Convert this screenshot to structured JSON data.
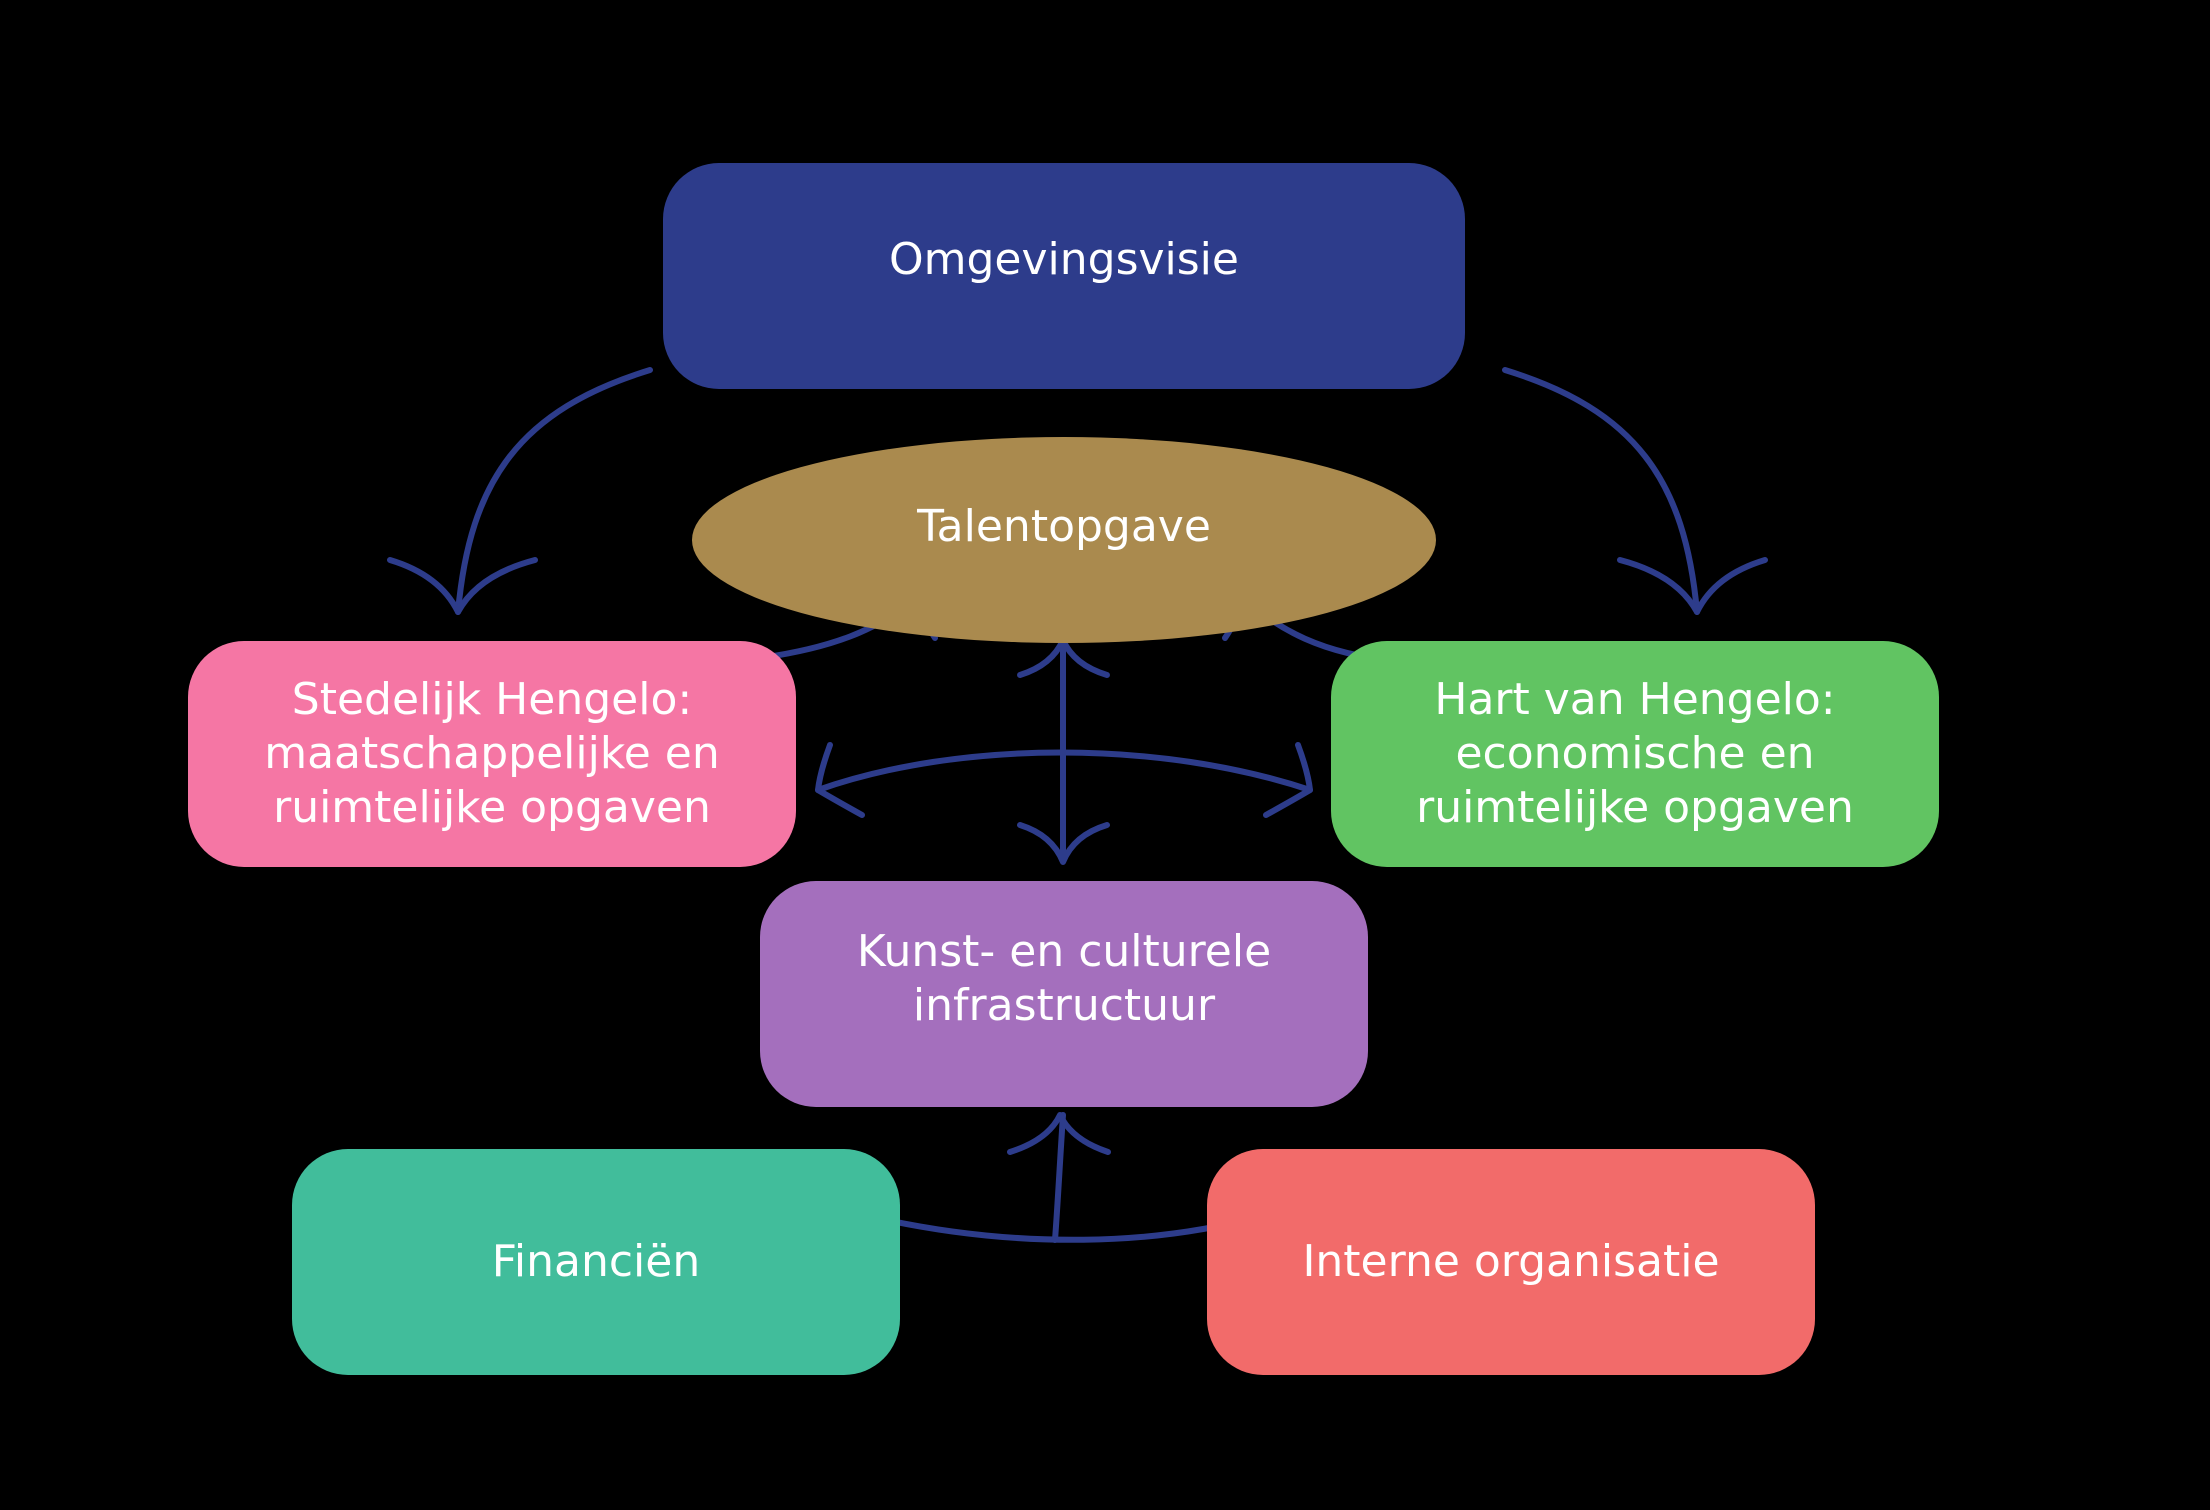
{
  "colors": {
    "background": "#000000",
    "arrow": "#2d3c8b",
    "text": "#ffffff"
  },
  "nodes": {
    "omgevingsvisie": {
      "label": "Omgevingsvisie",
      "color": "#2d3c8b"
    },
    "talentopgave": {
      "label": "Talentopgave",
      "color": "#aa8a4e"
    },
    "stedelijk": {
      "lines": [
        "Stedelijk Hengelo:",
        "maatschappelijke en",
        "ruimtelijke opgaven"
      ],
      "color": "#f576a4"
    },
    "hart": {
      "lines": [
        "Hart van Hengelo:",
        "economische en",
        "ruimtelijke opgaven"
      ],
      "color": "#61c462"
    },
    "kunst": {
      "lines": [
        "Kunst- en culturele",
        "infrastructuur"
      ],
      "color": "#a46fbd"
    },
    "financien": {
      "label": "Financiën",
      "color": "#41bd9b"
    },
    "interne": {
      "label": "Interne organisatie",
      "color": "#f26b6a"
    }
  },
  "connections": [
    {
      "from": "omgevingsvisie",
      "to": "stedelijk"
    },
    {
      "from": "omgevingsvisie",
      "to": "hart"
    },
    {
      "from": "stedelijk",
      "to": "talentopgave"
    },
    {
      "from": "hart",
      "to": "talentopgave"
    },
    {
      "from": "talentopgave",
      "to": "kunst",
      "bidirectional": true
    },
    {
      "from": "stedelijk",
      "to": "hart",
      "bidirectional": true
    },
    {
      "from": "interne",
      "to": "financien"
    },
    {
      "from": "interne",
      "to": "kunst"
    },
    {
      "from": "financien",
      "to": "interne"
    }
  ]
}
